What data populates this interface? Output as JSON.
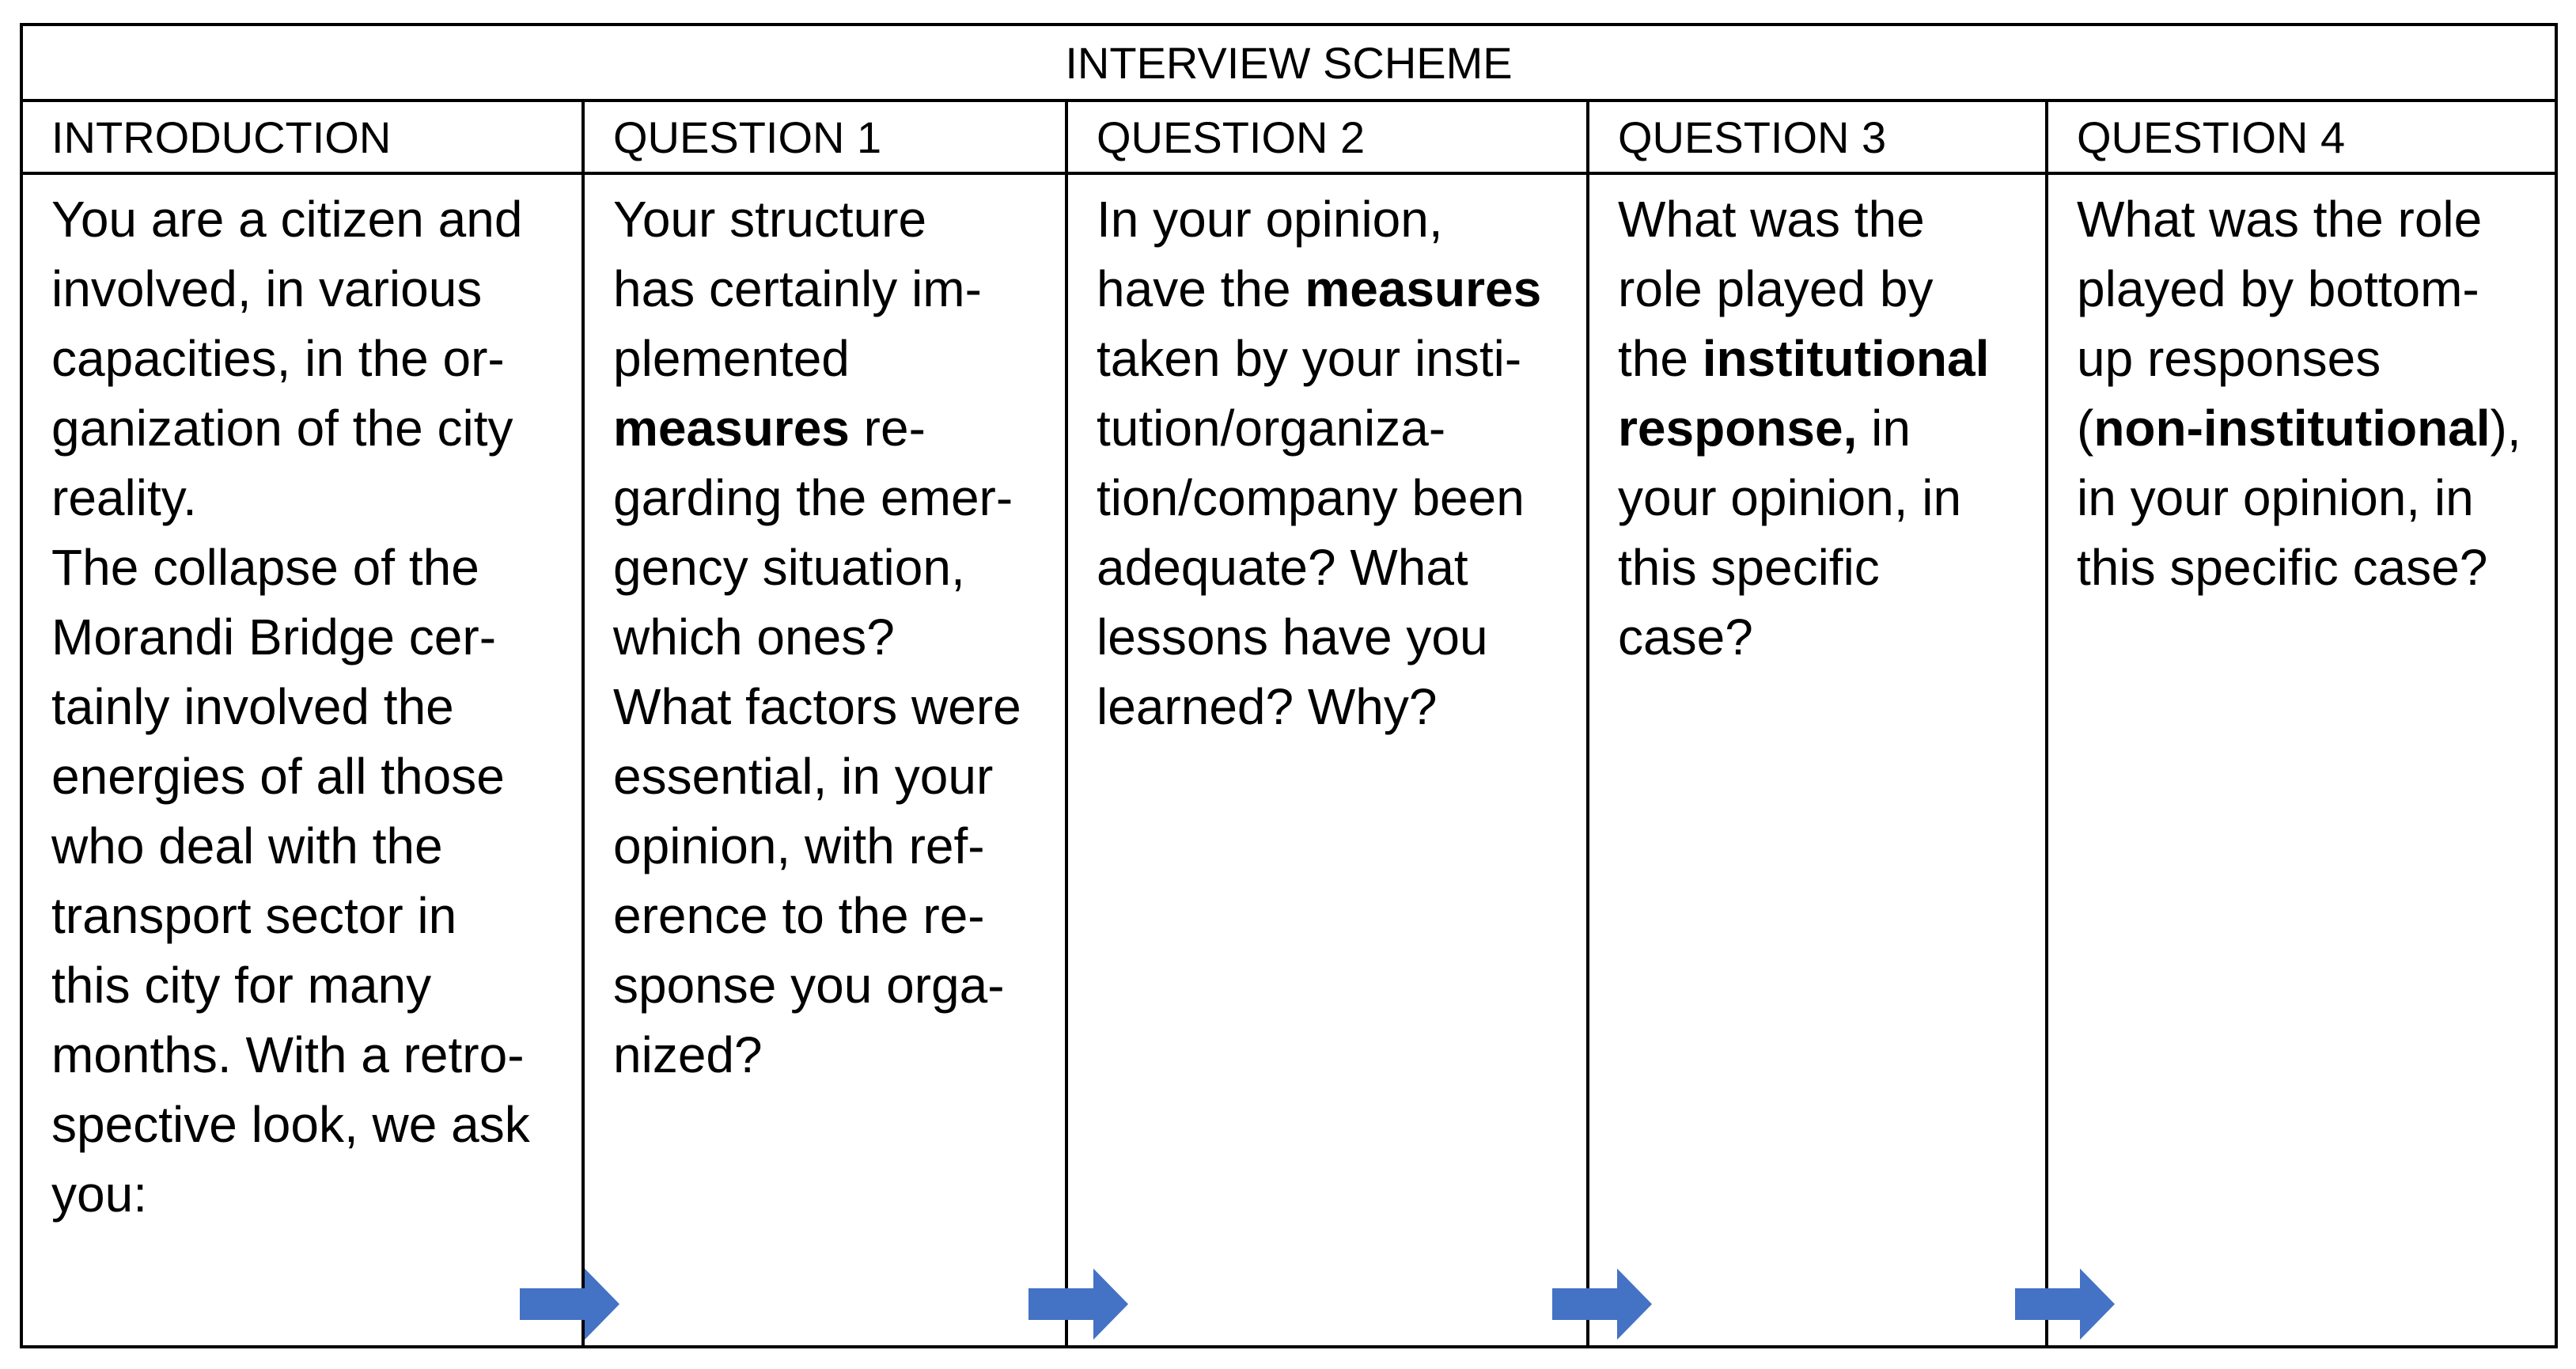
{
  "title": "INTERVIEW SCHEME",
  "columns": [
    {
      "header": "INTRODUCTION",
      "lines": [
        [
          "You are a citizen and"
        ],
        [
          "involved, in various"
        ],
        [
          "capacities, in the or-"
        ],
        [
          "ganization of the city"
        ],
        [
          "reality."
        ],
        [
          "The collapse of the"
        ],
        [
          "Morandi Bridge cer-"
        ],
        [
          "tainly involved the"
        ],
        [
          "energies of all those"
        ],
        [
          "who deal with the"
        ],
        [
          "transport sector in"
        ],
        [
          "this city for many"
        ],
        [
          "months. With a retro-"
        ],
        [
          "spective look, we ask"
        ],
        [
          "you:"
        ]
      ]
    },
    {
      "header": "QUESTION 1",
      "lines": [
        [
          "Your structure"
        ],
        [
          "has certainly im-"
        ],
        [
          "plemented"
        ],
        [
          "",
          "measures",
          " re-"
        ],
        [
          "garding the emer-"
        ],
        [
          "gency situation,"
        ],
        [
          "which ones?"
        ],
        [
          "What factors were"
        ],
        [
          "essential, in your"
        ],
        [
          "opinion, with ref-"
        ],
        [
          "erence to the re-"
        ],
        [
          "sponse you orga-"
        ],
        [
          "nized?"
        ]
      ]
    },
    {
      "header": "QUESTION 2",
      "lines": [
        [
          "In your opinion,"
        ],
        [
          "have the ",
          "measures",
          ""
        ],
        [
          "taken by your insti-"
        ],
        [
          "tution/organiza-"
        ],
        [
          "tion/company been"
        ],
        [
          "adequate? What"
        ],
        [
          "lessons have you"
        ],
        [
          "learned? Why?"
        ]
      ]
    },
    {
      "header": "QUESTION 3",
      "lines": [
        [
          "What was the"
        ],
        [
          "role played by"
        ],
        [
          "the ",
          "institutional",
          ""
        ],
        [
          "",
          "response,",
          " in"
        ],
        [
          "your opinion, in"
        ],
        [
          "this specific"
        ],
        [
          "case?"
        ]
      ]
    },
    {
      "header": "QUESTION 4",
      "lines": [
        [
          "What was the role"
        ],
        [
          "played by bottom-"
        ],
        [
          "up responses"
        ],
        [
          "(",
          "non-institutional",
          "),"
        ],
        [
          "in your opinion, in"
        ],
        [
          "this specific case?"
        ]
      ]
    }
  ],
  "arrow_color": "#4472C4",
  "arrow_icon": "right-arrow-icon"
}
